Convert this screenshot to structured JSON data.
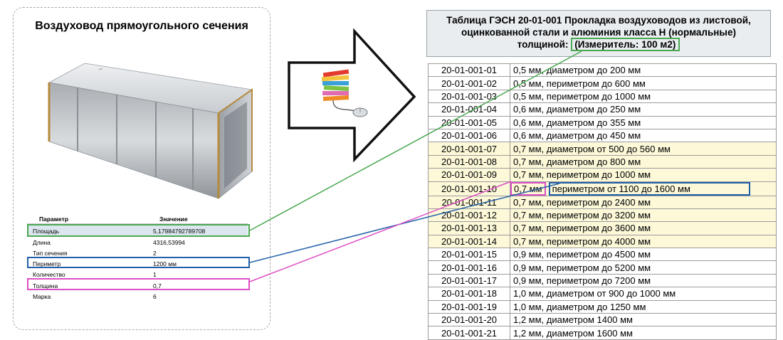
{
  "left_panel": {
    "title": "Воздуховод прямоугольного сечения",
    "table": {
      "col_param": "Параметр",
      "col_value": "Значение",
      "rows": [
        {
          "param": "Площадь",
          "value": "5,17984792789708"
        },
        {
          "param": "Длина",
          "value": "4316,53994"
        },
        {
          "param": "Тип сечения",
          "value": "2"
        },
        {
          "param": "Периметр",
          "value": "1200 мм"
        },
        {
          "param": "Количество",
          "value": "1"
        },
        {
          "param": "Толщина",
          "value": "0,7"
        },
        {
          "param": "Марка",
          "value": "6"
        }
      ]
    }
  },
  "middle": {
    "icon": "books-and-mouse-icon",
    "arrow": "right-arrow"
  },
  "right_panel": {
    "title_line1": "Таблица ГЭСН 20-01-001 Прокладка воздуховодов из листовой,",
    "title_line2": "оцинкованной стали и алюминия класса Н (нормальные)",
    "title_line3_prefix": "толщиной: ",
    "title_measure": "(Измеритель: 100 м2)",
    "rows": [
      {
        "code": "20-01-001-01",
        "desc": "0,5 мм, диаметром до 200 мм",
        "highlight": false
      },
      {
        "code": "20-01-001-02",
        "desc": "0,5 мм, периметром до 600 мм",
        "highlight": false
      },
      {
        "code": "20-01-001-03",
        "desc": "0,5 мм, периметром до 1000 мм",
        "highlight": false
      },
      {
        "code": "20-01-001-04",
        "desc": "0,6 мм, диаметром до 250 мм",
        "highlight": false
      },
      {
        "code": "20-01-001-05",
        "desc": "0,6 мм, диаметром до 355 мм",
        "highlight": false
      },
      {
        "code": "20-01-001-06",
        "desc": "0,6 мм, диаметром до 450 мм",
        "highlight": false
      },
      {
        "code": "20-01-001-07",
        "desc": "0,7 мм, диаметром от 500 до 560 мм",
        "highlight": true
      },
      {
        "code": "20-01-001-08",
        "desc": "0,7 мм, диаметром до 800 мм",
        "highlight": true
      },
      {
        "code": "20-01-001-09",
        "desc": "0,7 мм, периметром до 1000 мм",
        "highlight": true
      },
      {
        "code": "20-01-001-10",
        "desc_a": "0,7 мм",
        "desc_b": "периметром от 1100 до 1600 мм",
        "highlight": true,
        "split": true
      },
      {
        "code": "20-01-001-11",
        "desc": "0,7 мм, периметром до 2400 мм",
        "highlight": true
      },
      {
        "code": "20-01-001-12",
        "desc": "0,7 мм, периметром до 3200 мм",
        "highlight": true
      },
      {
        "code": "20-01-001-13",
        "desc": "0,7 мм, периметром до 3600 мм",
        "highlight": true
      },
      {
        "code": "20-01-001-14",
        "desc": "0,7 мм, периметром до 4000 мм",
        "highlight": true
      },
      {
        "code": "20-01-001-15",
        "desc": "0,9 мм, периметром до 4500 мм",
        "highlight": false
      },
      {
        "code": "20-01-001-16",
        "desc": "0,9 мм, периметром до 5200 мм",
        "highlight": false
      },
      {
        "code": "20-01-001-17",
        "desc": "0,9 мм, периметром до 7200 мм",
        "highlight": false
      },
      {
        "code": "20-01-001-18",
        "desc": "1,0 мм, диаметром от 900 до 1000 мм",
        "highlight": false
      },
      {
        "code": "20-01-001-19",
        "desc": "1,0 мм, диаметром до 1250 мм",
        "highlight": false
      },
      {
        "code": "20-01-001-20",
        "desc": "1,2 мм, диаметром 1400 мм",
        "highlight": false
      },
      {
        "code": "20-01-001-21",
        "desc": "1,2 мм, диаметром 1600 мм",
        "highlight": false
      }
    ]
  },
  "colors": {
    "area_link": "#4aa851",
    "perimeter_link": "#2160a8",
    "thickness_link": "#dd4fc4",
    "highlight_row": "#fcf8d8",
    "param_shade": "#dbe6ee"
  }
}
